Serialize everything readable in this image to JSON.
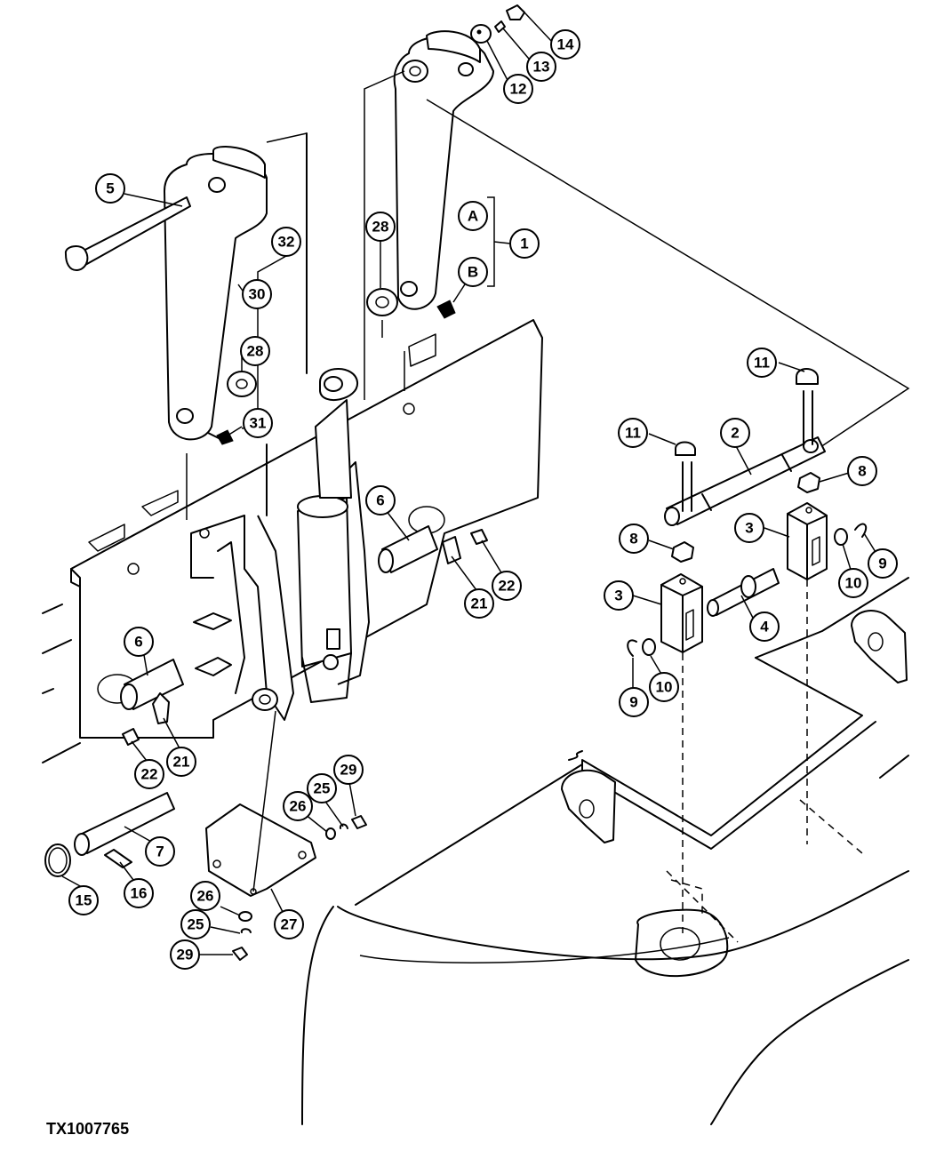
{
  "figure_id": "TX1007765",
  "callouts": [
    {
      "label": "1"
    },
    {
      "label": "2"
    },
    {
      "label": "3"
    },
    {
      "label": "3"
    },
    {
      "label": "4"
    },
    {
      "label": "5"
    },
    {
      "label": "6"
    },
    {
      "label": "6"
    },
    {
      "label": "7"
    },
    {
      "label": "8"
    },
    {
      "label": "8"
    },
    {
      "label": "9"
    },
    {
      "label": "9"
    },
    {
      "label": "10"
    },
    {
      "label": "10"
    },
    {
      "label": "11"
    },
    {
      "label": "11"
    },
    {
      "label": "12"
    },
    {
      "label": "13"
    },
    {
      "label": "14"
    },
    {
      "label": "15"
    },
    {
      "label": "16"
    },
    {
      "label": "21"
    },
    {
      "label": "21"
    },
    {
      "label": "22"
    },
    {
      "label": "22"
    },
    {
      "label": "25"
    },
    {
      "label": "25"
    },
    {
      "label": "26"
    },
    {
      "label": "26"
    },
    {
      "label": "27"
    },
    {
      "label": "28"
    },
    {
      "label": "28"
    },
    {
      "label": "29"
    },
    {
      "label": "29"
    },
    {
      "label": "30"
    },
    {
      "label": "31"
    },
    {
      "label": "32"
    },
    {
      "label": "A"
    },
    {
      "label": "B"
    }
  ]
}
